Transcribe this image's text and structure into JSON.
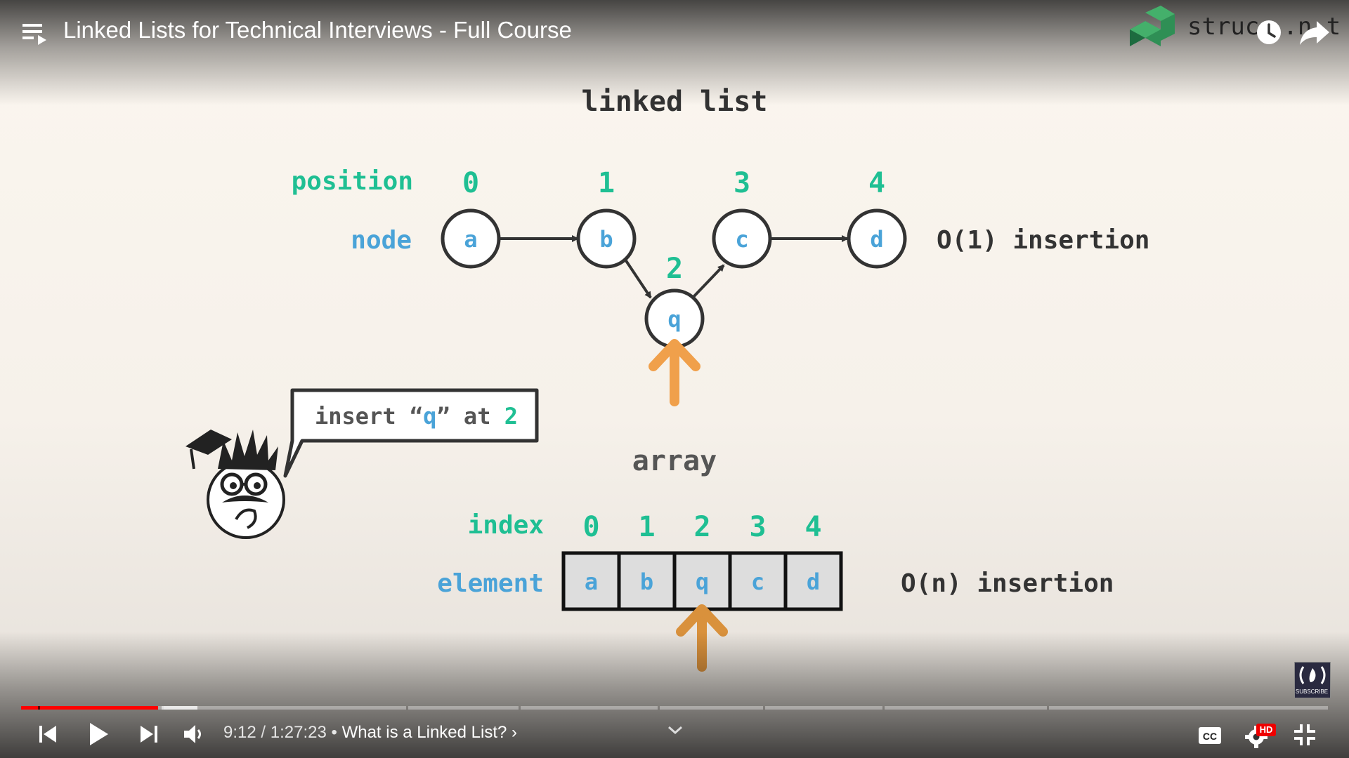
{
  "header": {
    "title": "Linked Lists for Technical Interviews - Full Course",
    "brand": "structy.net",
    "brand_visible": "struc",
    "brand_tail": ".n t"
  },
  "diagram": {
    "linked_list": {
      "title": "linked list",
      "position_label": "position",
      "node_label": "node",
      "positions": [
        "0",
        "1",
        "3",
        "4"
      ],
      "nodes": [
        "a",
        "b",
        "c",
        "d"
      ],
      "inserted_position": "2",
      "inserted_node": "q",
      "complexity": "O(1) insertion"
    },
    "array": {
      "title": "array",
      "index_label": "index",
      "element_label": "element",
      "indices": [
        "0",
        "1",
        "2",
        "3",
        "4"
      ],
      "elements": [
        "a",
        "b",
        "q",
        "c",
        "d"
      ],
      "complexity": "O(n) insertion"
    },
    "speech": {
      "prefix": "insert “",
      "value": "q",
      "middle": "” at ",
      "index": "2"
    }
  },
  "controls": {
    "current_time": "9:12",
    "duration": "1:27:23",
    "separator": " / ",
    "bullet": " • ",
    "chapter": "What is a Linked List?",
    "chapter_arrow": " ›",
    "progress_fraction": 0.105,
    "buffer_fraction": 0.135,
    "hd_badge": "HD",
    "subscribe_label": "SUBSCRIBE"
  },
  "colors": {
    "teal": "#1fbf93",
    "blue": "#4aa3d8",
    "dark": "#333333",
    "orange": "#f0a04b",
    "youtube_red": "#ff0000"
  }
}
